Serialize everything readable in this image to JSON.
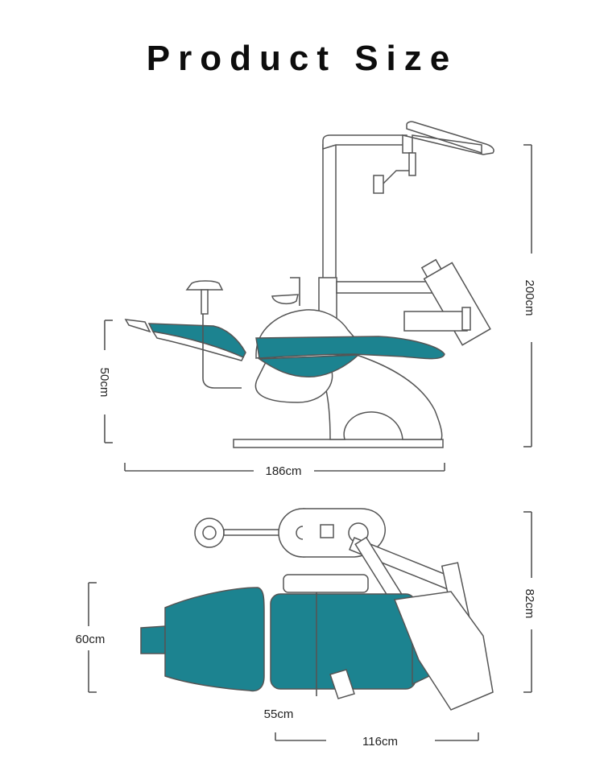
{
  "title": "Product Size",
  "colors": {
    "upholstery": "#1c8390",
    "outline": "#555555",
    "text": "#222222"
  },
  "side_view": {
    "height_total": "200cm",
    "seat_height": "50cm",
    "length": "186cm"
  },
  "top_view": {
    "depth_total": "82cm",
    "seat_width": "60cm",
    "seat_section": "55cm",
    "base_width": "116cm"
  }
}
